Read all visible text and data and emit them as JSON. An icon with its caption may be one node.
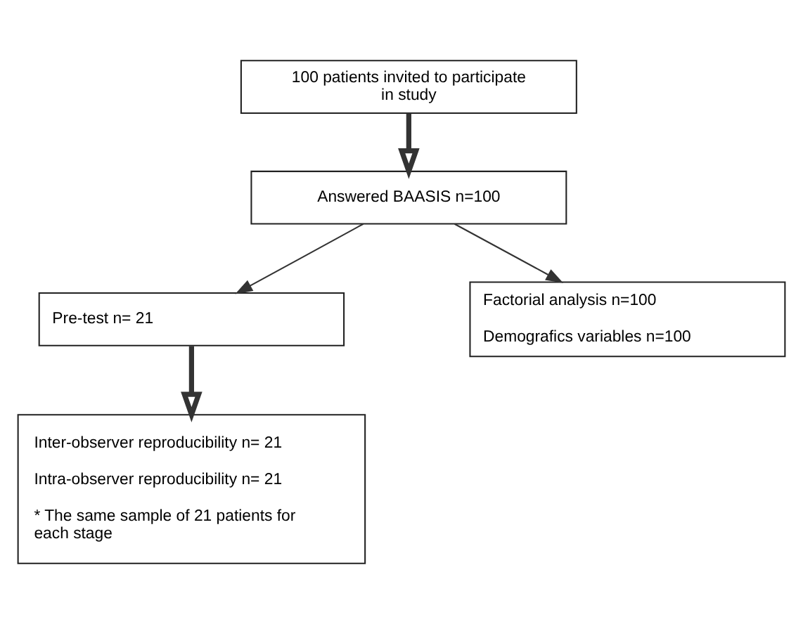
{
  "diagram": {
    "nodes": [
      {
        "text": [
          "100 patients invited to participate in study"
        ]
      },
      {
        "text": [
          "Answered BAASIS n=100"
        ]
      },
      {
        "text": [
          "Pre-test n= 21"
        ]
      },
      {
        "text": [
          "Factorial analysis n=100",
          "Demografics variables n=100"
        ]
      },
      {
        "text": [
          "Inter-observer reproducibility n= 21",
          "Intra-observer reproducibility n= 21",
          "* The same sample of 21 patients for each stage"
        ]
      }
    ],
    "edges": [
      {
        "from": 0,
        "to": 1,
        "arrow": "to",
        "style": "thick"
      },
      {
        "from": 1,
        "to": 2,
        "arrow": "to"
      },
      {
        "from": 1,
        "to": 3,
        "arrow": "to"
      },
      {
        "from": 2,
        "to": 4,
        "arrow": "to",
        "style": "thick"
      }
    ]
  }
}
